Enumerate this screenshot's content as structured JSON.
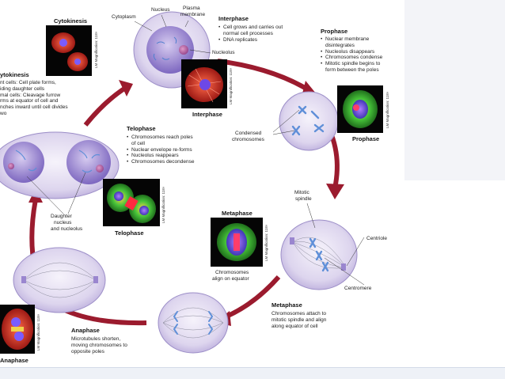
{
  "colors": {
    "cycle_arrow": "#9b1b2e",
    "cell_fill": "#d9d2ec",
    "nucleus_fill": "#9a86cf",
    "chromosome": "#5f8fd8",
    "panel_bg": "#f3f4f8"
  },
  "labels": {
    "cytoplasm": "Cytoplasm",
    "nucleus": "Nucleus",
    "plasma_membrane_1": "Plasma",
    "plasma_membrane_2": "membrane",
    "nucleolus": "Nucleolus",
    "condensed_chromosomes_1": "Condensed",
    "condensed_chromosomes_2": "chromosomes",
    "mitotic_spindle_1": "Mitotic",
    "mitotic_spindle_2": "spindle",
    "centriole": "Centriole",
    "centromere": "Centromere",
    "chromosomes_align_1": "Chromosomes",
    "chromosomes_align_2": "align on equator",
    "daughter_nucleus_1": "Daughter",
    "daughter_nucleus_2": "nucleus",
    "daughter_nucleus_3": "and nucleolus"
  },
  "magnification": "LM Magnification: 118×",
  "phases": {
    "cytokinesis_photo_title": "Cytokinesis",
    "cytokinesis": {
      "title": "ytokinesis",
      "lines": [
        "nt cells: Cell plate forms,",
        "iding daughter cells",
        "mal cells: Cleavage furrow",
        "rms at equator of cell and",
        "nches inward until cell divides",
        "wo"
      ]
    },
    "interphase": {
      "title": "Interphase",
      "photo_title": "Interphase",
      "bullets": [
        [
          "Cell grows and carries out",
          "normal cell processes"
        ],
        [
          "DNA replicates"
        ]
      ]
    },
    "prophase": {
      "title": "Prophase",
      "photo_title": "Prophase",
      "bullets": [
        [
          "Nuclear membrane",
          "disintegrates"
        ],
        [
          "Nucleolus disappears"
        ],
        [
          "Chromosomes condense"
        ],
        [
          "Mitotic spindle begins to",
          "form between the poles"
        ]
      ]
    },
    "metaphase": {
      "title": "Metaphase",
      "photo_title": "Metaphase",
      "lines": [
        "Chromosomes attach to",
        "mitotic spindle and align",
        "along equator of cell"
      ]
    },
    "anaphase": {
      "title": "Anaphase",
      "photo_title": "Anaphase",
      "lines": [
        "Microtubules shorten,",
        "moving chromosomes to",
        "opposite poles"
      ]
    },
    "telophase": {
      "title": "Telophase",
      "photo_title": "Telophase",
      "bullets": [
        [
          "Chromosomes reach poles",
          "of cell"
        ],
        [
          "Nuclear envelope re-forms"
        ],
        [
          "Nucleolus reappears"
        ],
        [
          "Chromosomes decondense"
        ]
      ]
    }
  }
}
